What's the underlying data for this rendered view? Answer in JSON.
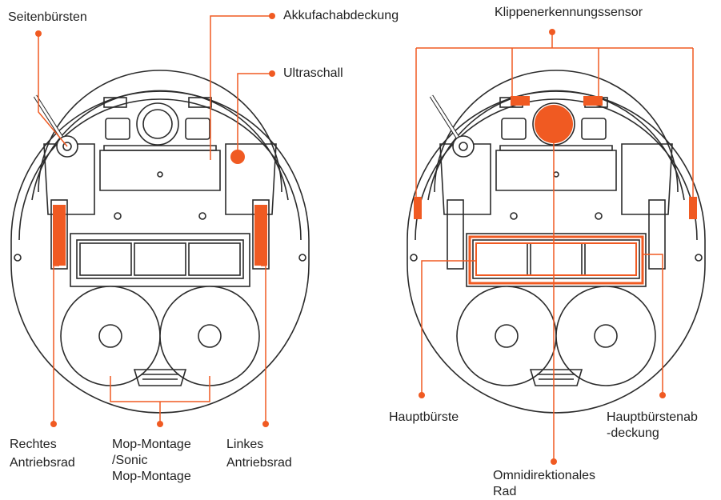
{
  "colors": {
    "accent": "#f05a22",
    "line": "#2b2b2b",
    "fill": "#ffffff"
  },
  "labels": {
    "seitenbuersten": "Seitenbürsten",
    "akkufachabdeckung": "Akkufachabdeckung",
    "ultraschall": "Ultraschall",
    "rechtes_line1": "Rechtes",
    "rechtes_line2": "Antriebsrad",
    "mop_line1": "Mop-Montage",
    "mop_line2": "/Sonic",
    "mop_line3": "Mop-Montage",
    "linkes_line1": "Linkes",
    "linkes_line2": "Antriebsrad",
    "klippen": "Klippenerkennungssensor",
    "hauptbuerste": "Hauptbürste",
    "hauptabdeckung_line1": "Hauptbürstenab",
    "hauptabdeckung_line2": "-deckung",
    "omni_line1": "Omnidirektionales",
    "omni_line2": "Rad"
  }
}
